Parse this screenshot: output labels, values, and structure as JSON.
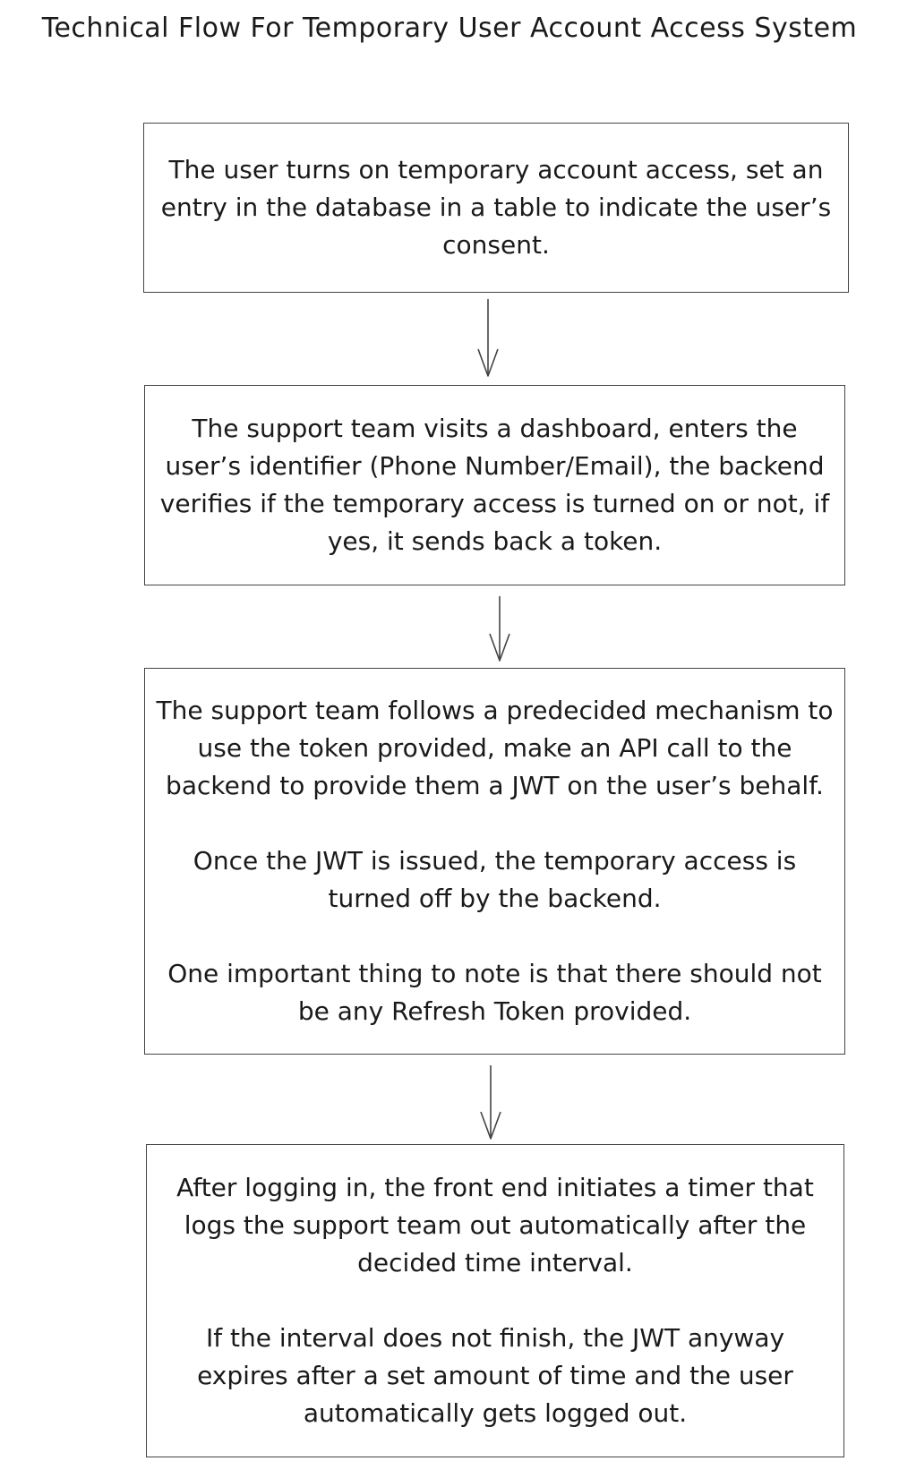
{
  "diagram": {
    "title": "Technical Flow For Temporary User Account Access System",
    "steps": [
      {
        "paragraphs": [
          "The user turns on temporary account access, set an entry in the database in a table to indicate the user’s consent."
        ]
      },
      {
        "paragraphs": [
          "The support team visits a dashboard, enters the user’s identifier (Phone Number/Email), the backend verifies if the temporary access is turned on or not, if yes, it sends back a token."
        ]
      },
      {
        "paragraphs": [
          "The support team follows a predecided mechanism to use the token provided, make an API call to the backend to provide them a JWT on the user’s behalf.",
          "Once the JWT is issued, the temporary access is turned off by the backend.",
          "One important thing to note is that there should not be any Refresh Token provided."
        ]
      },
      {
        "paragraphs": [
          "After logging in, the front end initiates a timer that logs the support team out automatically after the decided time interval.",
          "If the interval does not finish, the JWT anyway expires after a set amount of time and the user automatically gets logged out."
        ]
      }
    ]
  }
}
